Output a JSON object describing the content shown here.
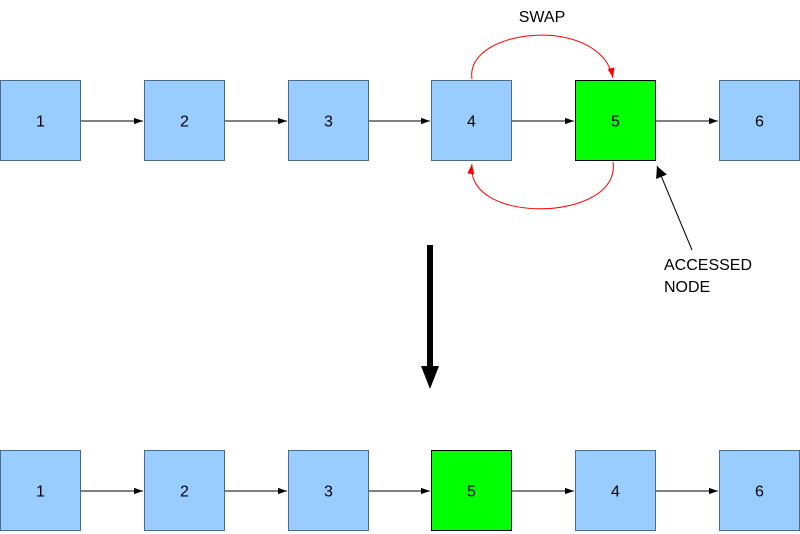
{
  "before": {
    "nodes": [
      {
        "label": "1",
        "fill": "#99ccff"
      },
      {
        "label": "2",
        "fill": "#99ccff"
      },
      {
        "label": "3",
        "fill": "#99ccff"
      },
      {
        "label": "4",
        "fill": "#99ccff"
      },
      {
        "label": "5",
        "fill": "#00ff00"
      },
      {
        "label": "6",
        "fill": "#99ccff"
      }
    ]
  },
  "after": {
    "nodes": [
      {
        "label": "1",
        "fill": "#99ccff"
      },
      {
        "label": "2",
        "fill": "#99ccff"
      },
      {
        "label": "3",
        "fill": "#99ccff"
      },
      {
        "label": "5",
        "fill": "#00ff00"
      },
      {
        "label": "4",
        "fill": "#99ccff"
      },
      {
        "label": "6",
        "fill": "#99ccff"
      }
    ]
  },
  "swap_label": "SWAP",
  "accessed_label_line1": "ACCESSED",
  "accessed_label_line2": "NODE",
  "colors": {
    "node": "#99ccff",
    "node_border": "#4a6a8a",
    "accessed_node": "#00ff00",
    "swap_arrow": "#ff0000",
    "link_arrow": "#000000"
  }
}
